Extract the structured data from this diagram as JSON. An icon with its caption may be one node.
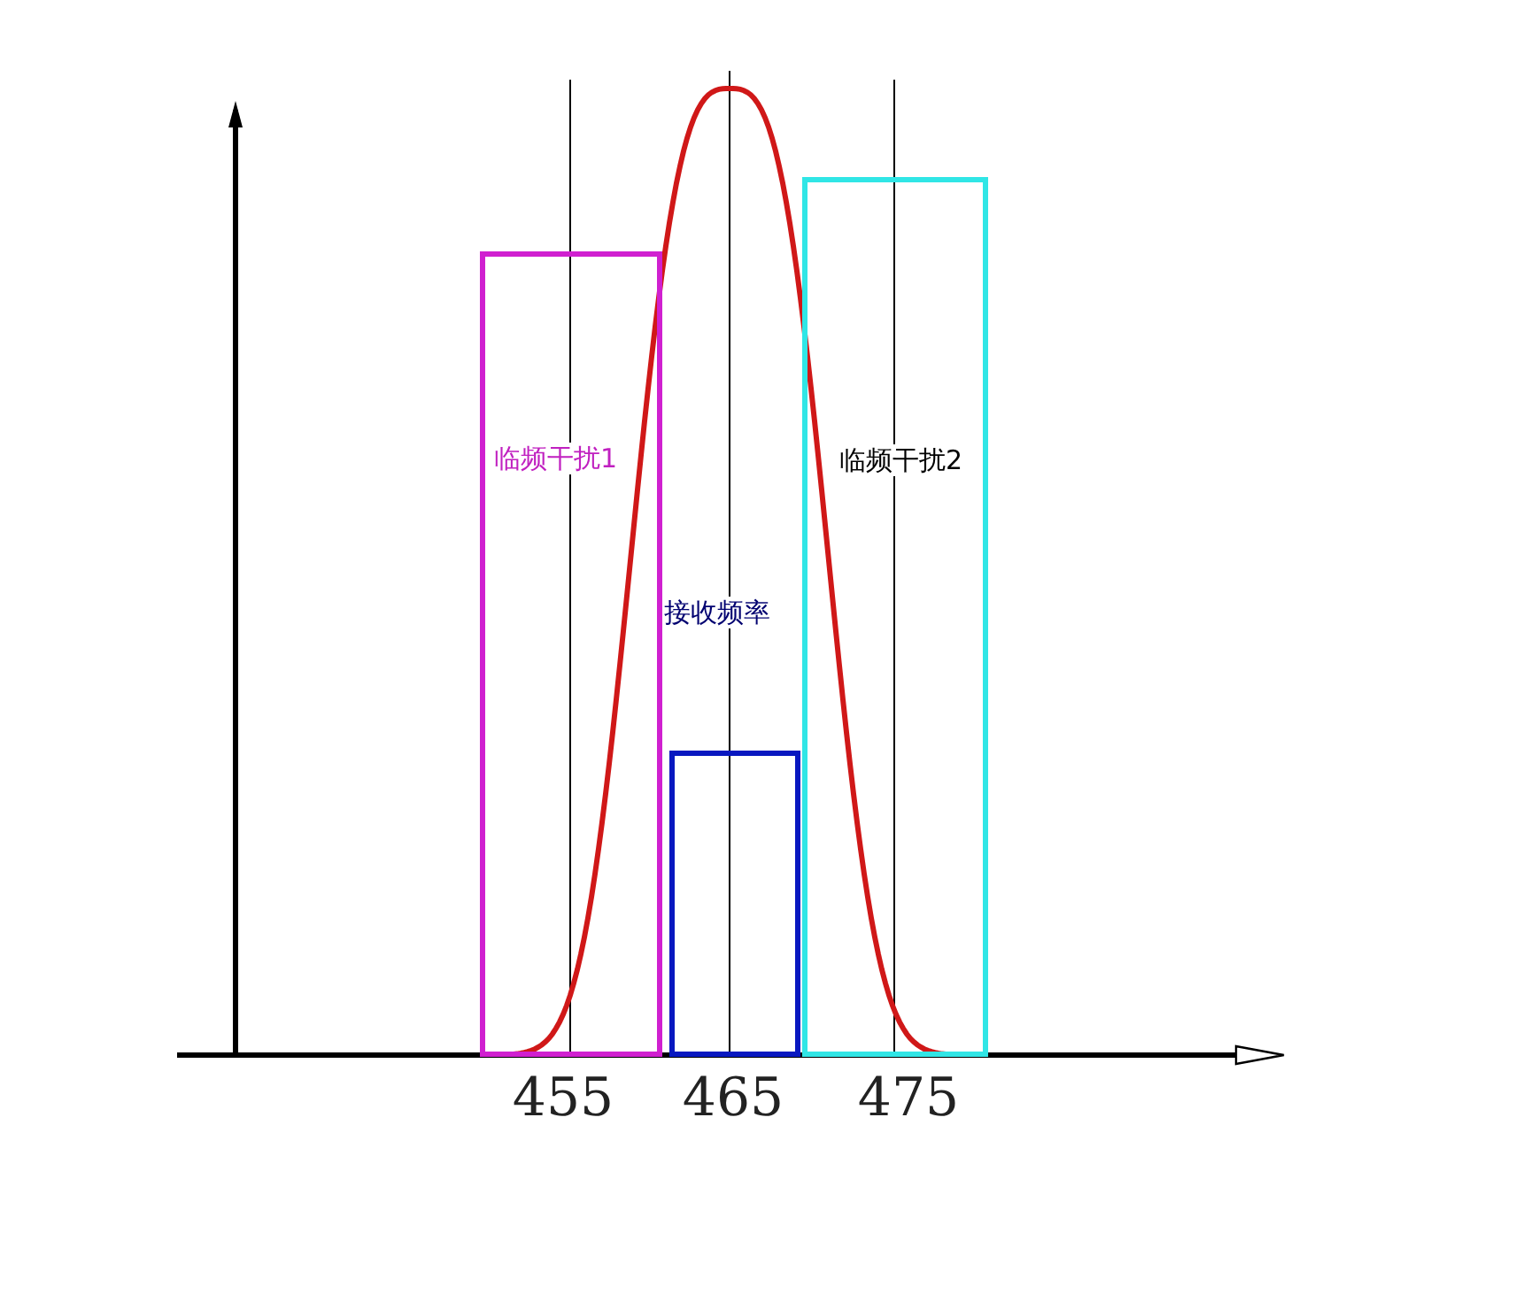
{
  "diagram": {
    "nodes": [
      {
        "text": [
          "临频干扰1"
        ]
      },
      {
        "text": [
          "接收频率"
        ]
      },
      {
        "text": [
          "临频干扰2"
        ]
      }
    ],
    "labels": [
      "455",
      "465",
      "475"
    ]
  }
}
